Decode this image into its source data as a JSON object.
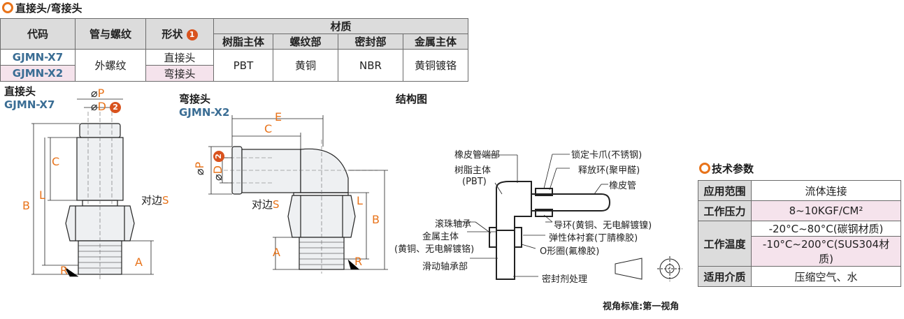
{
  "section_title": "直接头/弯接头",
  "spec_table": {
    "headers": {
      "code": "代码",
      "tube_thread": "管与螺纹",
      "shape": "形状",
      "shape_badge": "1",
      "material": "材质"
    },
    "material_headers": [
      "树脂主体",
      "螺纹部",
      "密封部",
      "金属主体"
    ],
    "rows": [
      {
        "code": "GJMN-X7",
        "shape": "直接头"
      },
      {
        "code": "GJMN-X2",
        "shape": "弯接头"
      }
    ],
    "tube_thread_value": "外螺纹",
    "materials": [
      "PBT",
      "黄铜",
      "NBR",
      "黄铜镀铬"
    ]
  },
  "straight": {
    "title": "直接头",
    "code": "GJMN-X7",
    "dim_p": "P",
    "dim_d": "D",
    "badge": "2",
    "dim_c": "C",
    "dim_l": "L",
    "dim_b": "B",
    "dim_a": "A",
    "dim_r": "R",
    "hex_label": "对边",
    "hex_s": "S"
  },
  "elbow": {
    "title": "弯接头",
    "code": "GJMN-X2",
    "dim_e": "E",
    "dim_c": "C",
    "dim_p": "P",
    "dim_d": "D",
    "badge": "2",
    "dim_l": "L",
    "dim_b": "B",
    "dim_a": "A",
    "dim_r": "R",
    "hex_label": "对边",
    "hex_s": "S"
  },
  "structure": {
    "title": "结构图",
    "labels": {
      "rubber_end": "橡皮管端部",
      "resin_body": "树脂主体",
      "resin_body_sub": "(PBT)",
      "lock_claw": "锁定卡爪(不锈钢)",
      "release_ring": "释放环(聚甲醛)",
      "rubber_tube": "橡皮管",
      "ball_bearing": "滚珠轴承",
      "metal_body": "金属主体",
      "metal_body_sub": "(黄铜、无电解镀铬)",
      "sliding_bearing": "滑动轴承部",
      "guide_ring": "导环(黄铜、无电解镀镍)",
      "elastic_liner": "弹性体衬套(丁腈橡胶)",
      "o_ring": "O形圈(氟橡胶)",
      "sealant": "密封剂处理"
    },
    "projection_note": "视角标准:第一视角"
  },
  "tech": {
    "title": "技术参数",
    "rows": [
      {
        "key": "应用范围",
        "values": [
          "流体连接"
        ]
      },
      {
        "key": "工作压力",
        "values": [
          "8~10KGF/CM²"
        ]
      },
      {
        "key": "工作温度",
        "values": [
          "-20°C~80°C(碳钢材质)",
          "-10°C~200°C(SUS304材质)"
        ]
      },
      {
        "key": "适用介质",
        "values": [
          "压缩空气、水"
        ]
      }
    ]
  },
  "colors": {
    "accent": "#e8731a",
    "code_blue": "#3a6d94",
    "header_gray": "#dcdcdc",
    "row_pink": "#f5e3ec"
  }
}
